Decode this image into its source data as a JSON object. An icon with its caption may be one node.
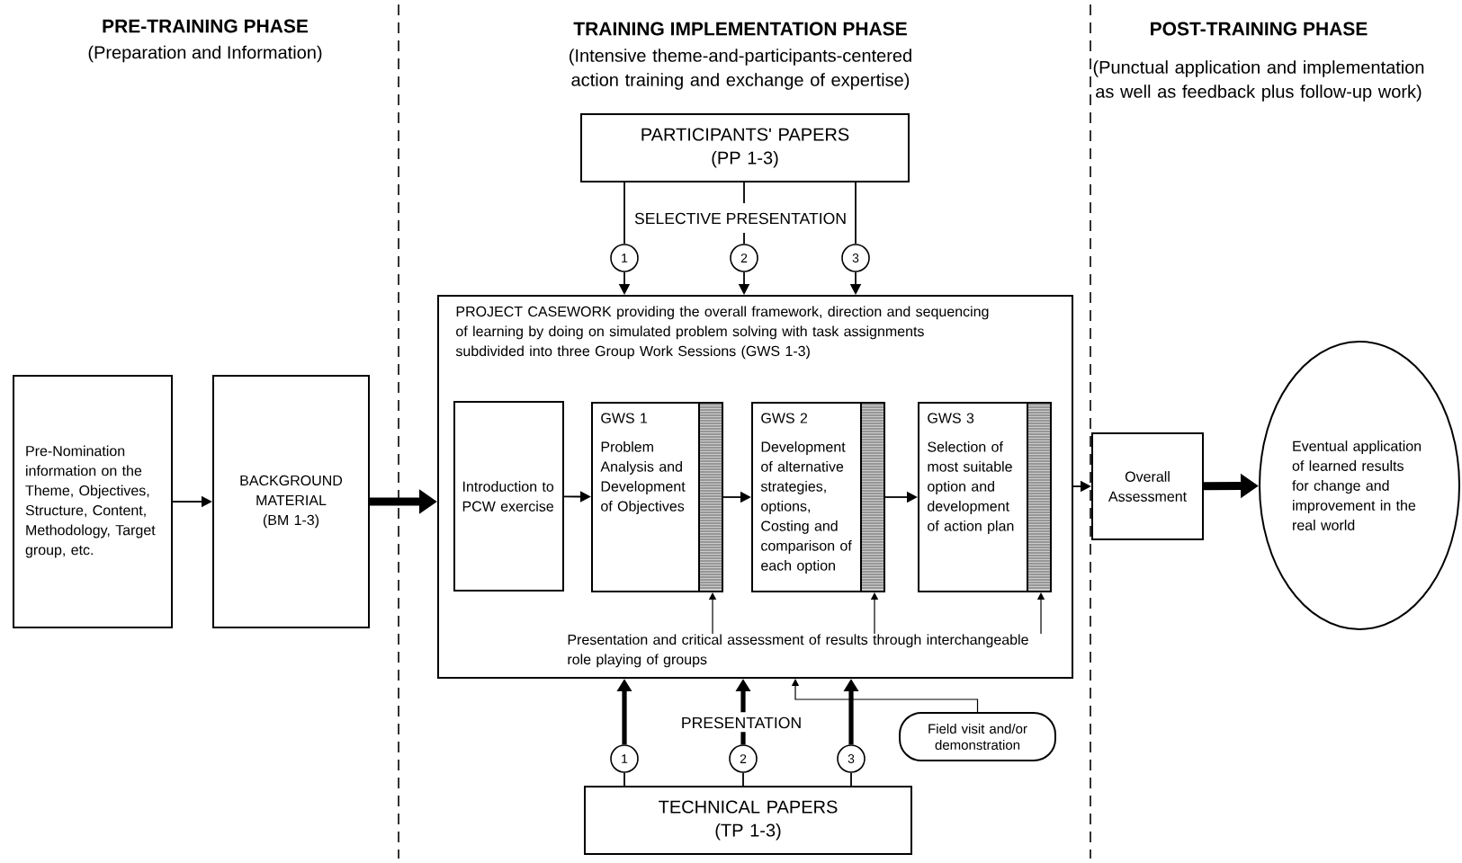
{
  "diagram": {
    "nodes": [
      {
        "text": [
          "Pre-Nomination information on the Theme, Objectives, Structure, Content, Methodology, Target group, etc."
        ]
      },
      {
        "text": [
          "BACKGROUND MATERIAL",
          "(BM 1-3)"
        ]
      },
      {
        "text": [
          "PARTICIPANTS' PAPERS",
          "(PP 1-3)"
        ]
      },
      {
        "text": [
          "1"
        ]
      },
      {
        "text": [
          "2"
        ]
      },
      {
        "text": [
          "3"
        ]
      },
      {
        "text": [
          "PROJECT CASEWORK providing the overall framework, direction and sequencing of learning by doing on simulated problem solving with task assignments subdivided into three Group Work Sessions (GWS 1-3)"
        ]
      },
      {
        "text": [
          "Introduction to PCW exercise"
        ],
        "in": 6
      },
      {
        "text": [
          "GWS 1",
          "Problem Analysis and Development of Objectives"
        ],
        "in": 6
      },
      {
        "text": [
          "GWS 2",
          "Development of alternative strategies, options, Costing and comparison of each option"
        ],
        "in": 6
      },
      {
        "text": [
          "GWS 3",
          "Selection of most suitable option and development of action plan"
        ],
        "in": 6
      },
      {
        "text": [
          "Presentation and critical assessment of results through interchangeable role playing of groups"
        ],
        "in": 6
      },
      {
        "text": [
          "Overall Assessment"
        ]
      },
      {
        "text": [
          "Eventual application of learned results for change and improvement in the real world"
        ]
      },
      {
        "text": [
          "Field visit and/or demonstration"
        ]
      },
      {
        "text": [
          "1"
        ]
      },
      {
        "text": [
          "2"
        ]
      },
      {
        "text": [
          "3"
        ]
      },
      {
        "text": [
          "TECHNICAL PAPERS",
          "(TP 1-3)"
        ]
      }
    ],
    "edges": [
      {
        "from": 0,
        "to": 1,
        "arrow": "to"
      },
      {
        "from": 1,
        "to": 6,
        "arrow": "to",
        "style": "thick"
      },
      {
        "from": 2,
        "to": 3,
        "arrow": "none"
      },
      {
        "from": 2,
        "to": 4,
        "arrow": "none",
        "label": "SELECTIVE PRESENTATION"
      },
      {
        "from": 2,
        "to": 5,
        "arrow": "none"
      },
      {
        "from": 3,
        "to": 6,
        "arrow": "to"
      },
      {
        "from": 4,
        "to": 6,
        "arrow": "to"
      },
      {
        "from": 5,
        "to": 6,
        "arrow": "to"
      },
      {
        "from": 7,
        "to": 8,
        "arrow": "to"
      },
      {
        "from": 8,
        "to": 9,
        "arrow": "to"
      },
      {
        "from": 9,
        "to": 10,
        "arrow": "to"
      },
      {
        "from": 11,
        "to": 8,
        "arrow": "to"
      },
      {
        "from": 11,
        "to": 9,
        "arrow": "to"
      },
      {
        "from": 11,
        "to": 10,
        "arrow": "to"
      },
      {
        "from": 6,
        "to": 12,
        "arrow": "to"
      },
      {
        "from": 12,
        "to": 13,
        "arrow": "to",
        "style": "thick"
      },
      {
        "from": 18,
        "to": 15,
        "arrow": "none"
      },
      {
        "from": 18,
        "to": 16,
        "arrow": "none"
      },
      {
        "from": 18,
        "to": 17,
        "arrow": "none"
      },
      {
        "from": 15,
        "to": 6,
        "arrow": "to",
        "style": "thick"
      },
      {
        "from": 16,
        "to": 6,
        "arrow": "to",
        "style": "thick",
        "label": "PRESENTATION"
      },
      {
        "from": 17,
        "to": 6,
        "arrow": "to",
        "style": "thick"
      },
      {
        "from": 14,
        "to": 6,
        "arrow": "to"
      }
    ],
    "labels": [
      "PRE-TRAINING PHASE",
      "(Preparation and Information)",
      "TRAINING IMPLEMENTATION PHASE",
      "(Intensive theme-and-participants-centered action training and exchange of expertise)",
      "POST-TRAINING PHASE",
      "(Punctual application and implementation as well as feedback plus follow-up work)"
    ]
  }
}
